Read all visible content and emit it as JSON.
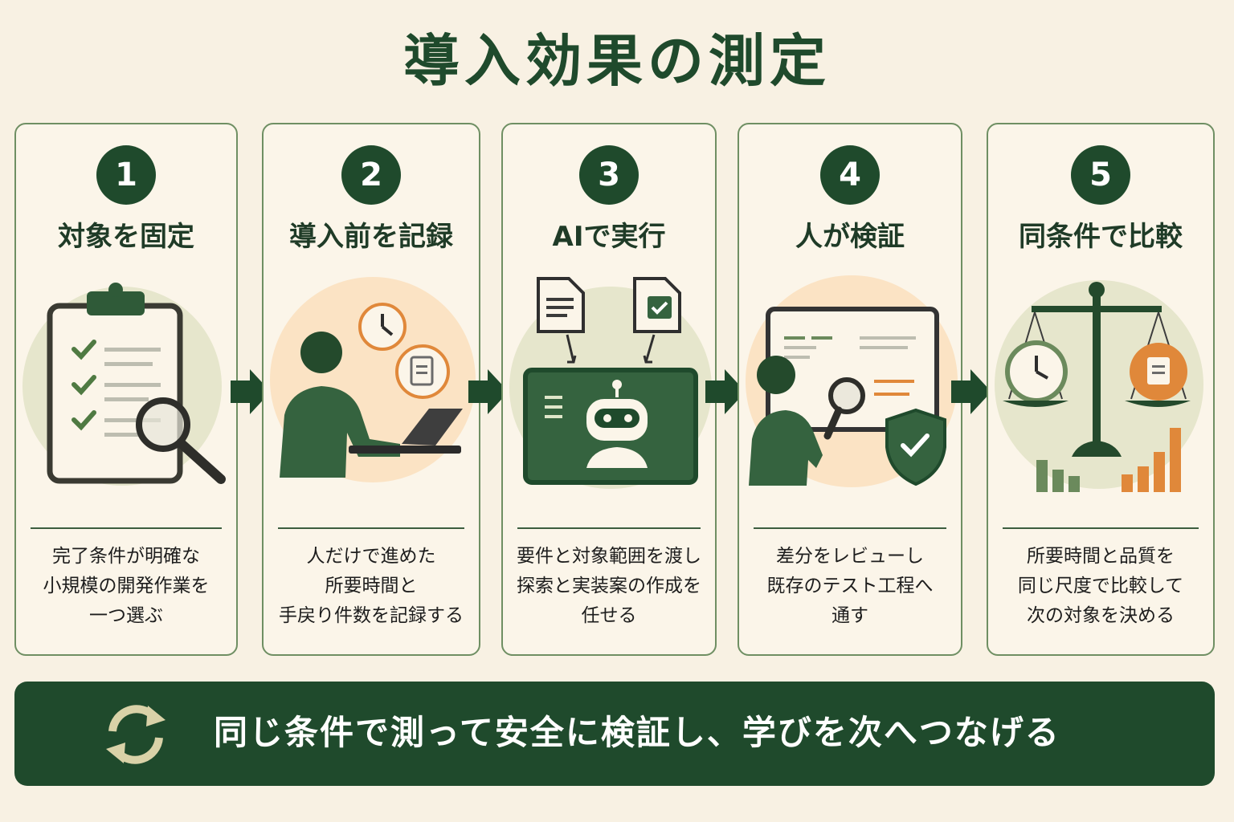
{
  "title": "導入効果の測定",
  "steps": [
    {
      "number": "1",
      "title": "対象を固定",
      "desc": [
        "完了条件が明確な",
        "小規模の開発作業を",
        "一つ選ぶ"
      ]
    },
    {
      "number": "2",
      "title": "導入前を記録",
      "desc": [
        "人だけで進めた",
        "所要時間と",
        "手戻り件数を記録する"
      ]
    },
    {
      "number": "3",
      "title": "AIで実行",
      "desc": [
        "要件と対象範囲を渡し",
        "探索と実装案の作成を",
        "任せる"
      ]
    },
    {
      "number": "4",
      "title": "人が検証",
      "desc": [
        "差分をレビューし",
        "既存のテスト工程へ",
        "通す"
      ]
    },
    {
      "number": "5",
      "title": "同条件で比較",
      "desc": [
        "所要時間と品質を",
        "同じ尺度で比較して",
        "次の対象を決める"
      ]
    }
  ],
  "banner": {
    "text": "同じ条件で測って安全に検証し、学びを次へつなげる",
    "icon": "refresh-cycle-icon"
  },
  "colors": {
    "dark_green": "#1f4a2c",
    "mid_green": "#5c7c4c",
    "orange": "#e0883a",
    "background": "#f8f1e3"
  }
}
